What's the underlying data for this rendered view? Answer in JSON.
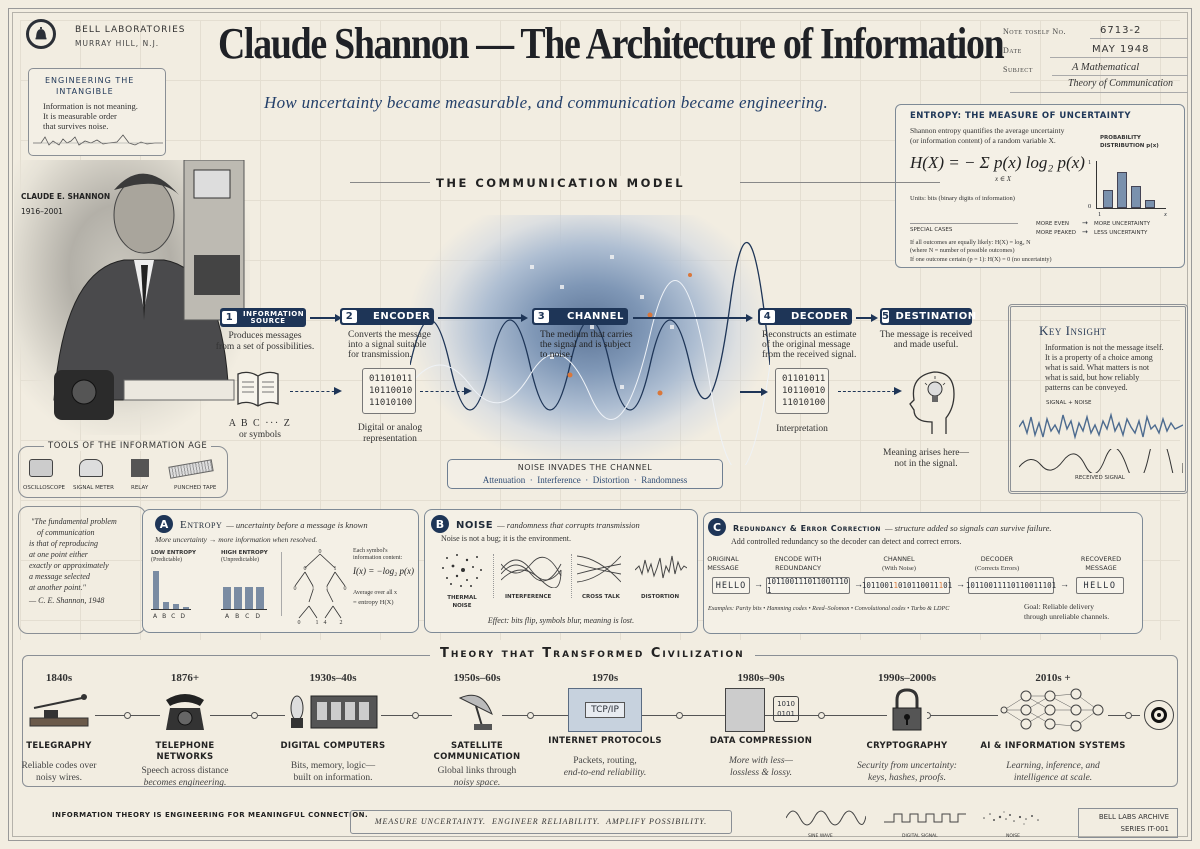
{
  "header": {
    "org_name": "BELL LABORATORIES",
    "org_location": "MURRAY HILL, N.J.",
    "title": "Claude Shannon — The Architecture of Information",
    "subtitle": "How uncertainty became measurable, and communication became engineering."
  },
  "note_card": {
    "note_label": "Note toself No.",
    "note_value": "6713-2",
    "date_label": "Date",
    "date_value": "MAY 1948",
    "subject_label": "Subject",
    "subject_line1": "A Mathematical",
    "subject_line2": "Theory of Communication"
  },
  "intangible_box": {
    "title_line1": "Engineering the",
    "title_line2": "intangible",
    "text_line1": "Information is not meaning.",
    "text_line2": "It is measurable order",
    "text_line3": "that survives noise."
  },
  "portrait": {
    "name": "CLAUDE E. SHANNON",
    "years": "1916–2001"
  },
  "tools": {
    "title": "TOOLS OF THE INFORMATION AGE",
    "items": [
      "OSCILLOSCOPE",
      "SIGNAL METER",
      "RELAY",
      "PUNCHED TAPE"
    ]
  },
  "communication_model": {
    "title": "THE COMMUNICATION MODEL",
    "steps": [
      {
        "num": "1",
        "label": "INFORMATION SOURCE",
        "desc_line1": "Produces messages",
        "desc_line2": "from a set of possibilities.",
        "caption_line1": "A B C ··· Z",
        "caption_line2": "or symbols"
      },
      {
        "num": "2",
        "label": "ENCODER",
        "desc_line1": "Converts the message",
        "desc_line2": "into a signal suitable",
        "desc_line3": "for transmission.",
        "bits": [
          "01101011",
          "10110010",
          "11010100"
        ],
        "caption_line1": "Digital or analog",
        "caption_line2": "representation"
      },
      {
        "num": "3",
        "label": "CHANNEL",
        "desc_line1": "The medium that carries",
        "desc_line2": "the signal and is subject",
        "desc_line3": "to noise."
      },
      {
        "num": "4",
        "label": "DECODER",
        "desc_line1": "Reconstructs an estimate",
        "desc_line2": "of the original message",
        "desc_line3": "from the received signal.",
        "bits": [
          "01101011",
          "10110010",
          "11010100"
        ],
        "caption_line1": "Interpretation"
      },
      {
        "num": "5",
        "label": "DESTINATION",
        "desc_line1": "The message is received",
        "desc_line2": "and made useful.",
        "caption_line1": "Meaning arises here—",
        "caption_line2": "not in the signal."
      }
    ],
    "noise_box": {
      "title": "NOISE INVADES THE CHANNEL",
      "items": "Attenuation  ·  Interference  ·  Distortion  ·  Randomness"
    }
  },
  "entropy_panel": {
    "title": "ENTROPY: THE MEASURE OF UNCERTAINTY",
    "desc_line1": "Shannon entropy quantifies the average uncertainty",
    "desc_line2": "(or information content) of a random variable X.",
    "formula": "H(X) = − Σ p(x) log₂ p(x)",
    "formula_sub": "x ∈ X",
    "units": "Units: bits (binary digits of information)",
    "dist_label_line1": "PROBABILITY",
    "dist_label_line2": "DISTRIBUTION p(x)",
    "axis_top": "1",
    "axis_zero": "0",
    "axis_x_start": "1",
    "axis_x_end": "x",
    "special_cases": "SPECIAL CASES",
    "more_even": "MORE EVEN",
    "more_uncertainty": "MORE UNCERTAINTY",
    "more_peaked": "MORE PEAKED",
    "less_uncertainty": "LESS UNCERTAINTY",
    "case1_line1": "If all outcomes are equally likely:  H(X) = log₂ N",
    "case1_line2": "(where N = number of possible outcomes)",
    "case2": "If one outcome certain (p = 1):   H(X) = 0 (no uncertainty)"
  },
  "key_insight": {
    "title": "Key Insight",
    "line1": "Information is not the message itself.",
    "line2": "It is a property of a choice among",
    "line3": "what is said. What matters is not",
    "line4": "what is said, but how reliably",
    "line5": "patterns can be conveyed.",
    "signal_noise_label": "SIGNAL + NOISE",
    "received_label": "RECEIVED SIGNAL"
  },
  "quote": {
    "line1": "\"The fundamental problem",
    "line2": "of communication",
    "line3": "is that of reproducing",
    "line4": "at one point either",
    "line5": "exactly or approximately",
    "line6": "a message selected",
    "line7": "at another point.\"",
    "attribution": "— C. E. Shannon, 1948"
  },
  "section_a": {
    "badge": "A",
    "title": "Entropy",
    "subtitle": "— uncertainty before a message is known",
    "tagline": "More uncertainty → more information when resolved.",
    "low_label": "LOW ENTROPY",
    "low_sub": "(Predictable)",
    "high_label": "HIGH ENTROPY",
    "high_sub": "(Unpredictable)",
    "bar_labels": [
      "A",
      "B",
      "C",
      "D"
    ],
    "info_line1": "Each symbol's",
    "info_line2": "information content:",
    "info_formula": "I(x) = −log₂ p(x)",
    "avg_line1": "Average over all x",
    "avg_line2": "= entropy H(X)",
    "tree_nodes": [
      "0",
      "0",
      "1",
      "0",
      "1",
      "1",
      "0",
      "0",
      "1",
      "4",
      "2"
    ]
  },
  "section_b": {
    "badge": "B",
    "title": "NOISE",
    "subtitle": "— randomness that corrupts transmission",
    "tagline": "Noise is not a bug; it is the environment.",
    "types": [
      "THERMAL NOISE",
      "INTERFERENCE",
      "CROSS TALK",
      "DISTORTION"
    ],
    "effect": "Effect: bits flip, symbols blur, meaning is lost."
  },
  "section_c": {
    "badge": "C",
    "title": "Redundancy & Error Correction",
    "subtitle": "— structure added so signals can survive failure.",
    "tagline": "Add controlled redundancy so the decoder can detect and correct errors.",
    "stages": [
      {
        "label_line1": "ORIGINAL",
        "label_line2": "MESSAGE",
        "value": "HELLO"
      },
      {
        "label_line1": "ENCODE WITH",
        "label_line2": "REDUNDANCY",
        "value": "101100111011001110 1"
      },
      {
        "label_line1": "CHANNEL",
        "label_line2": "(With Noise)",
        "value": "1011001 1010110011 101"
      },
      {
        "label_line1": "DECODER",
        "label_line2": "(Corrects Errors)",
        "value": "10110011110110011101"
      },
      {
        "label_line1": "RECOVERED",
        "label_line2": "MESSAGE",
        "value": "HELLO"
      }
    ],
    "examples": "Examples: Parity bits • Hamming codes • Reed–Solomon • Convolutional codes • Turbo & LDPC",
    "goal_line1": "Goal: Reliable delivery",
    "goal_line2": "through unreliable channels."
  },
  "timeline": {
    "title": "Theory that Transformed Civilization",
    "items": [
      {
        "year": "1840s",
        "title_line1": "TELEGRAPHY",
        "title_line2": "",
        "desc_line1": "Reliable codes over",
        "desc_line2": "noisy wires."
      },
      {
        "year": "1876+",
        "title_line1": "TELEPHONE",
        "title_line2": "NETWORKS",
        "desc_line1": "Speech across distance",
        "desc_line2": "becomes engineering."
      },
      {
        "year": "1930s–40s",
        "title_line1": "DIGITAL COMPUTERS",
        "title_line2": "",
        "desc_line1": "Bits, memory, logic—",
        "desc_line2": "built on information."
      },
      {
        "year": "1950s–60s",
        "title_line1": "SATELLITE",
        "title_line2": "COMMUNICATION",
        "desc_line1": "Global links through",
        "desc_line2": "noisy space."
      },
      {
        "year": "1970s",
        "title_line1": "INTERNET PROTOCOLS",
        "title_line2": "",
        "desc_line1": "Packets, routing,",
        "desc_line2": "end-to-end reliability.",
        "icon_text": "TCP/IP"
      },
      {
        "year": "1980s–90s",
        "title_line1": "DATA COMPRESSION",
        "title_line2": "",
        "desc_line1": "More with less—",
        "desc_line2": "lossless & lossy.",
        "icon_text_line1": "1010",
        "icon_text_line2": "0101"
      },
      {
        "year": "1990s–2000s",
        "title_line1": "CRYPTOGRAPHY",
        "title_line2": "",
        "desc_line1": "Security from uncertainty:",
        "desc_line2": "keys, hashes, proofs."
      },
      {
        "year": "2010s +",
        "title_line1": "AI & INFORMATION SYSTEMS",
        "title_line2": "",
        "desc_line1": "Learning, inference, and",
        "desc_line2": "intelligence at scale."
      }
    ]
  },
  "footer": {
    "left_text": "INFORMATION THEORY IS ENGINEERING FOR MEANINGFUL CONNECTION.",
    "motto": "MEASURE UNCERTAINTY.  ENGINEER RELIABILITY.  AMPLIFY POSSIBILITY.",
    "legend": [
      "SINE WAVE",
      "DIGITAL SIGNAL",
      "NOISE"
    ],
    "archive_line1": "BELL LABS ARCHIVE",
    "archive_line2": "SERIES IT-001"
  },
  "colors": {
    "paper": "#f2ede1",
    "navy": "#1e3557",
    "ink": "#2a2f38",
    "noise_blue": "#6d87a8",
    "error_orange": "#d9773a"
  }
}
